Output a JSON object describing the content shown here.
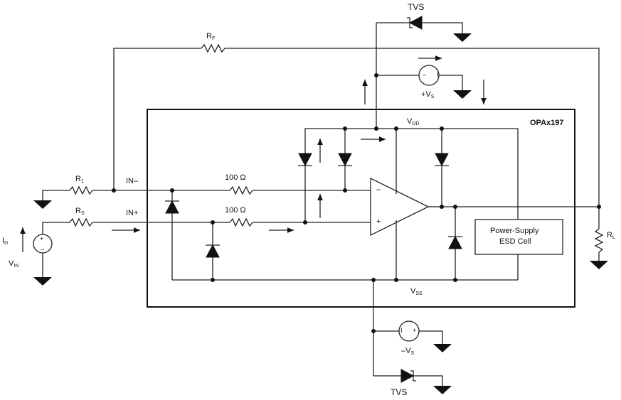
{
  "diagram": {
    "device_name": "OPAx197",
    "rail_positive": "V",
    "rail_positive_sub": "DD",
    "rail_negative": "V",
    "rail_negative_sub": "SS",
    "tvs_top": "TVS",
    "tvs_bottom": "TVS",
    "rf": "R",
    "rf_sub": "F",
    "r1": "R",
    "r1_sub": "1",
    "rs": "R",
    "rs_sub": "S",
    "rl": "R",
    "rl_sub": "L",
    "in_minus": "IN–",
    "in_plus": "IN+",
    "res_100_a": "100 Ω",
    "res_100_b": "100 Ω",
    "plus_vs": "+V",
    "plus_vs_sub": "S",
    "minus_vs": "–V",
    "minus_vs_sub": "S",
    "id": "I",
    "id_sub": "D",
    "vin": "V",
    "vin_sub": "IN",
    "esd_cell_line1": "Power-Supply",
    "esd_cell_line2": "ESD Cell",
    "opamp_minus": "–",
    "opamp_plus": "+",
    "source_plus": "+",
    "source_minus": "–",
    "source_bar": "I"
  }
}
